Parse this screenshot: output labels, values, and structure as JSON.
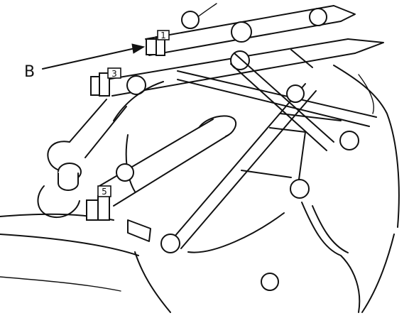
{
  "callout": {
    "text": "B"
  },
  "injector_tags": [
    {
      "text": "1"
    },
    {
      "text": "3"
    },
    {
      "text": "5"
    }
  ]
}
